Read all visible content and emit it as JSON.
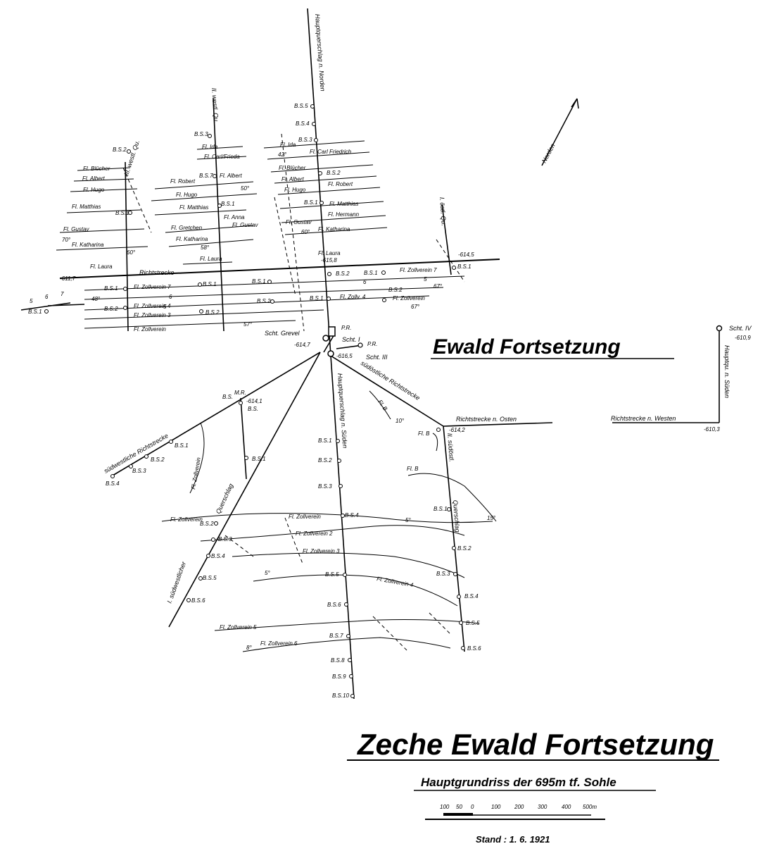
{
  "titles": {
    "map_title": "Ewald Fortsetzung",
    "main_title": "Zeche Ewald Fortsetzung",
    "subtitle": "Hauptgrundriss der 695m tf. Sohle",
    "date": "Stand : 1. 6. 1921",
    "north": "Norden"
  },
  "scale": {
    "ticks": [
      "100",
      "50",
      "0",
      "100",
      "200",
      "300",
      "400",
      "500m"
    ]
  },
  "shafts": {
    "grevel": "Scht. Grevel",
    "s1": "Scht. I",
    "s3": "Scht. III",
    "s4": "Scht. IV",
    "pr1": "P.R.",
    "pr2": "P.R.",
    "mr": "M.R."
  },
  "roads": {
    "hq_nord": "Hauptquerschlag n. Norden",
    "hq_sued": "Hauptquerschlag n. Süden",
    "richtstrecke": "Richtstrecke",
    "so_richt": "südöstliche Richtstrecke",
    "sw_richt": "südwestliche Richtstrecke",
    "richt_osten": "Richtstrecke n. Osten",
    "richt_westen": "Richtstrecke n. Westen",
    "hqu_sueden": "Hauptqu. n. Süden",
    "west2": "II. westl. Qu.",
    "west3": "III. westl. Qu.",
    "ost1": "I. östl. Qu.",
    "so2": "II. südöstl.",
    "so2q": "Querschlag",
    "sw1": "I. südwestlicher",
    "sw1q": "Querschlag"
  },
  "elev": {
    "e6115": "-614,5",
    "e6158": "-615,8",
    "e6147": "-614,7",
    "e6165": "-616,5",
    "e6141": "-614,1",
    "e6142": "-614,2",
    "e6109": "-610,9",
    "e6103": "-610,3",
    "e6117": "-611,7"
  },
  "flz_n": [
    "Fl. Ida",
    "Fl. Carl Friedrich",
    "Fl. Blücher",
    "Fl. Albert",
    "Fl. Robert",
    "Fl. Hugo",
    "Fl. Matthias",
    "Fl. Hermann",
    "Fl. Gustav",
    "Fl. Katharina",
    "Fl. Laura",
    "Fl. Zollverein 7",
    "Fl. Zollv. 4",
    "Fl. Zollverein"
  ],
  "flz_w2": [
    "Fl. Ida",
    "Fl. Carl/Frieda",
    "Fl. Robert",
    "Fl. Albert",
    "Fl. Hugo",
    "Fl. Matthias",
    "Fl. Anna",
    "Fl. Gretchen",
    "Fl. Gustav",
    "Fl. Katharina",
    "Fl. Laura"
  ],
  "flz_w3": [
    "Fl. Blücher",
    "Fl. Albert",
    "Fl. Hugo",
    "Fl. Matthias",
    "Fl. Gustav",
    "Fl. Katharina",
    "Fl. Laura",
    "Fl. Zollverein 7",
    "Fl. Zollverein 4",
    "Fl. Zollverein 3",
    "Fl. Zollverein"
  ],
  "flz_s": [
    "Fl. Zollverein",
    "Fl. Zollverein",
    "Fl. Zollverein 2",
    "Fl. Zollverein 3",
    "Fl. Zollverein 4",
    "Fl. Zollverein 5",
    "Fl. Zollverein 6",
    "Fl. Zollverein",
    "Fl. B",
    "Fl. B",
    "Fl. B"
  ],
  "bs": [
    "B.S.1",
    "B.S.2",
    "B.S.3",
    "B.S.4",
    "B.S.5",
    "B.S.6",
    "B.S.7",
    "B.S.8",
    "B.S.9",
    "B.S.10",
    "B.S."
  ],
  "dips": [
    "42°",
    "50°",
    "58°",
    "60°",
    "70°",
    "48°",
    "57°",
    "67°",
    "10°",
    "5°",
    "15°",
    "8°"
  ],
  "nums": [
    "5",
    "6",
    "7"
  ]
}
